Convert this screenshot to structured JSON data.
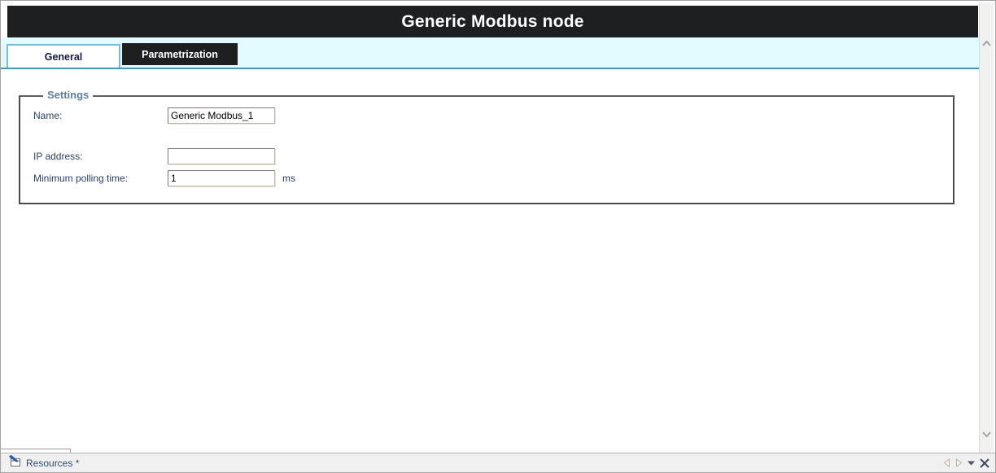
{
  "window": {
    "title": "Generic Modbus node"
  },
  "tabs": [
    {
      "label": "General",
      "active": true
    },
    {
      "label": "Parametrization",
      "active": false
    }
  ],
  "settings": {
    "legend": "Settings",
    "fields": [
      {
        "label": "Name:",
        "value": "Generic Modbus_1",
        "unit": ""
      },
      {
        "label": "IP address:",
        "value": "",
        "unit": ""
      },
      {
        "label": "Minimum polling time:",
        "value": "1",
        "unit": "ms"
      }
    ]
  },
  "statusbar": {
    "document_tab": "Resources *"
  },
  "icons": {
    "edit": "edit-pencil-icon",
    "nav_left": "nav-left-icon",
    "nav_right": "nav-right-icon",
    "dropdown": "dropdown-icon",
    "close": "close-icon",
    "scroll_up": "chevron-up-icon",
    "scroll_down": "chevron-down-icon"
  },
  "colors": {
    "header_bg": "#1d1f21",
    "tab_strip_bg": "#e3fbfe",
    "tab_line": "#4a96ba",
    "tab_border": "#74bcdb",
    "legend_text": "#5d809c",
    "label_text": "#2a3f63",
    "resources_text": "#2d4d7b"
  }
}
